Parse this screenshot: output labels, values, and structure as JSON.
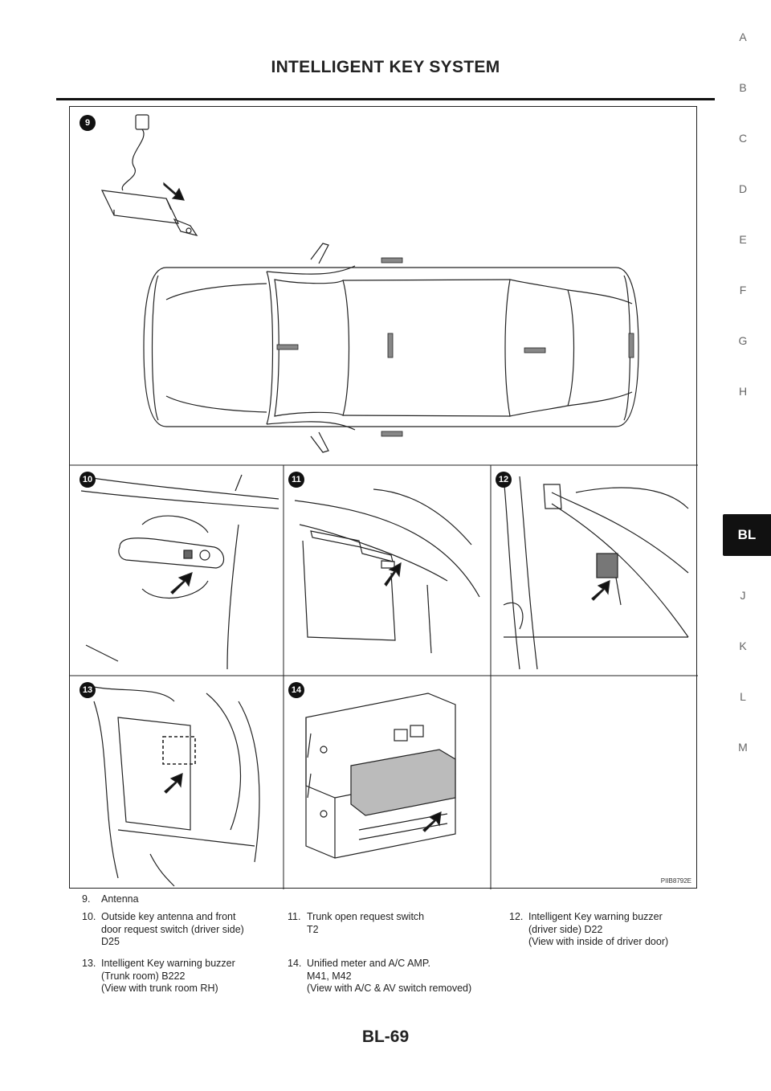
{
  "page": {
    "title": "INTELLIGENT KEY SYSTEM",
    "page_number": "BL-69",
    "figure_code": "PIIB8792E"
  },
  "side_index": {
    "letters": [
      "A",
      "B",
      "C",
      "D",
      "E",
      "F",
      "G",
      "H",
      "BL",
      "J",
      "K",
      "L",
      "M"
    ],
    "active": "BL"
  },
  "panels": {
    "p9": "9",
    "p10": "10",
    "p11": "11",
    "p12": "12",
    "p13": "13",
    "p14": "14"
  },
  "captions": [
    {
      "num": "9.",
      "text": "Antenna"
    },
    {
      "num": "10.",
      "text": "Outside key antenna and front\ndoor request switch (driver side)\nD25"
    },
    {
      "num": "11.",
      "text": "Trunk open request switch\nT2"
    },
    {
      "num": "12.",
      "text": "Intelligent Key warning buzzer\n(driver side) D22\n(View with inside of driver door)"
    },
    {
      "num": "13.",
      "text": "Intelligent Key warning buzzer\n(Trunk room) B222\n(View with trunk room RH)"
    },
    {
      "num": "14.",
      "text": "Unified meter and A/C AMP.\nM41, M42\n (View with A/C & AV switch removed)"
    }
  ]
}
